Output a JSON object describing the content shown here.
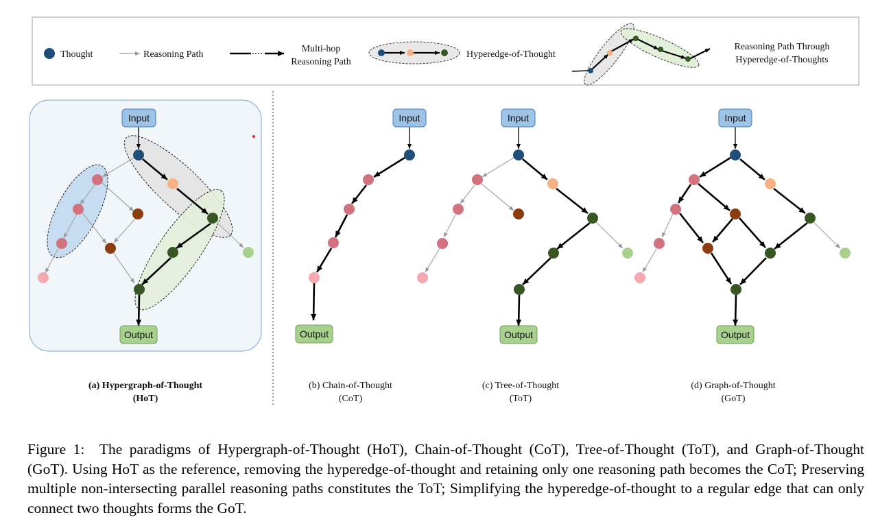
{
  "legend": {
    "thought": "Thought",
    "reasoning_path": "Reasoning Path",
    "multihop_line1": "Multi-hop",
    "multihop_line2": "Reasoning Path",
    "hyperedge": "Hyperedge-of-Thought",
    "through_line1": "Reasoning Path Through",
    "through_line2": "Hyperedge-of-Thoughts"
  },
  "nodes": {
    "input": "Input",
    "output": "Output"
  },
  "panels": {
    "a": {
      "line1": "(a) Hypergraph-of-Thought",
      "line2": "(HoT)"
    },
    "b": {
      "line1": "(b) Chain-of-Thought",
      "line2": "(CoT)"
    },
    "c": {
      "line1": "(c) Tree-of-Thought",
      "line2": "(ToT)"
    },
    "d": {
      "line1": "(d) Graph-of-Thought",
      "line2": "(GoT)"
    }
  },
  "caption": "Figure 1: The paradigms of Hypergraph-of-Thought (HoT), Chain-of-Thought (CoT), Tree-of-Thought (ToT), and Graph-of-Thought (GoT). Using HoT as the reference, removing the hyperedge-of-thought and retaining only one reasoning path becomes the CoT; Preserving multiple non-intersecting parallel reasoning paths constitutes the ToT; Simplifying the hyperedge-of-thought to a regular edge that can only connect two thoughts forms the GoT.",
  "colors": {
    "thought_blue": "#1f4e79",
    "rose": "#d2727f",
    "pink_light": "#f4a9b0",
    "orange_light": "#f5b183",
    "brown": "#8b3d10",
    "green_dark": "#375623",
    "green_light": "#a9d18e",
    "input_box": "#9dc3e6",
    "output_box": "#a9d18e"
  }
}
